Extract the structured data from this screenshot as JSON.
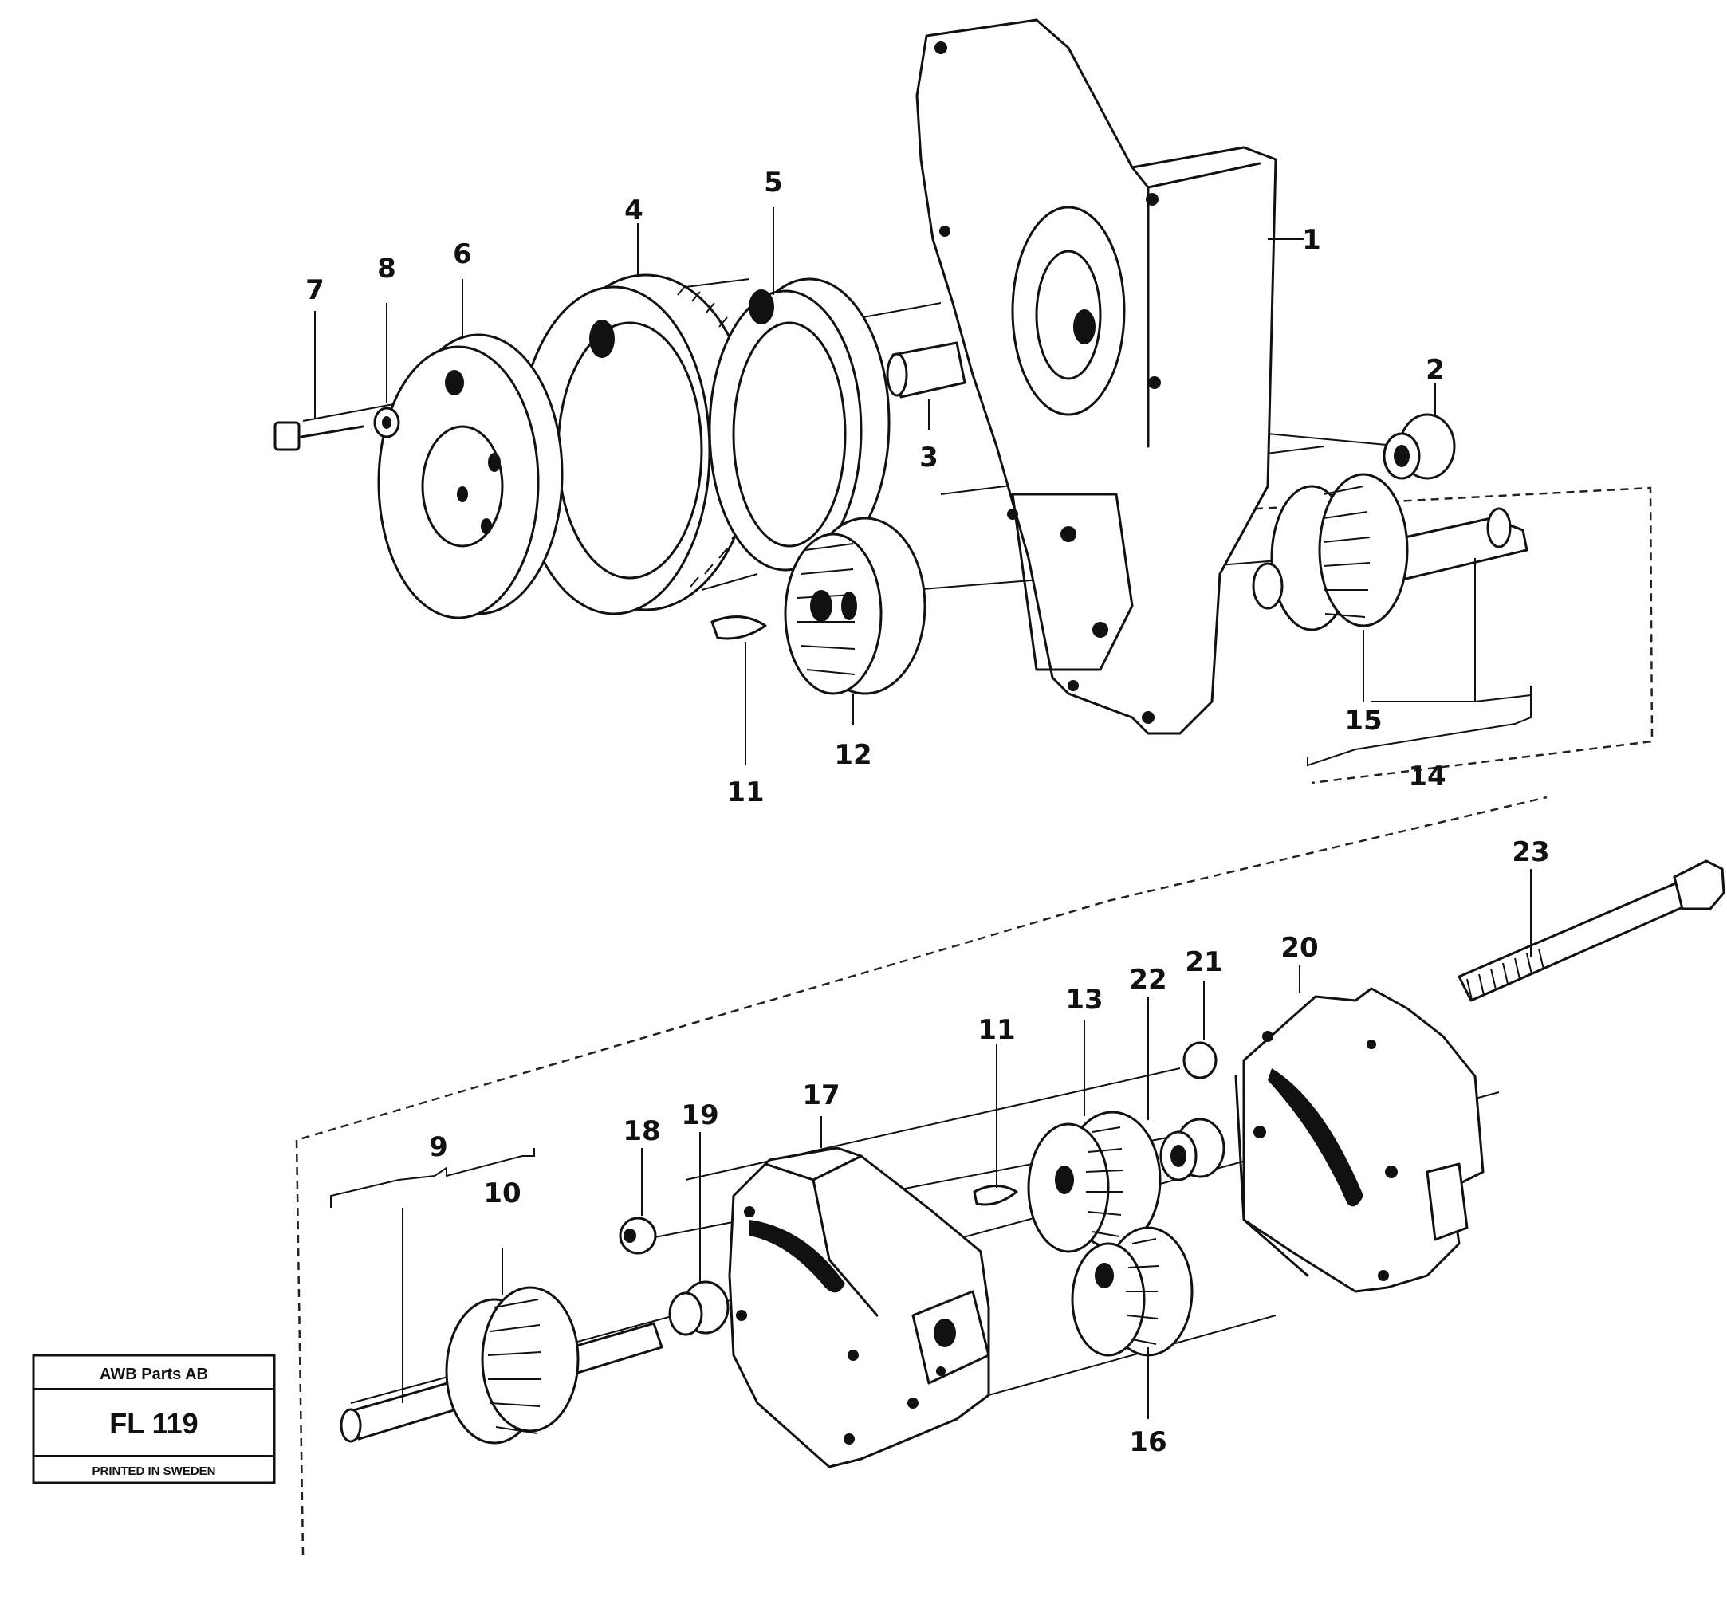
{
  "parts": [
    {
      "id": "p1",
      "label": "1"
    },
    {
      "id": "p2",
      "label": "2"
    },
    {
      "id": "p3",
      "label": "3"
    },
    {
      "id": "p4",
      "label": "4"
    },
    {
      "id": "p5",
      "label": "5"
    },
    {
      "id": "p6",
      "label": "6"
    },
    {
      "id": "p7",
      "label": "7"
    },
    {
      "id": "p8",
      "label": "8"
    },
    {
      "id": "p9",
      "label": "9"
    },
    {
      "id": "p10",
      "label": "10"
    },
    {
      "id": "p11a",
      "label": "11"
    },
    {
      "id": "p11b",
      "label": "11"
    },
    {
      "id": "p12",
      "label": "12"
    },
    {
      "id": "p13",
      "label": "13"
    },
    {
      "id": "p14",
      "label": "14"
    },
    {
      "id": "p15",
      "label": "15"
    },
    {
      "id": "p16",
      "label": "16"
    },
    {
      "id": "p17",
      "label": "17"
    },
    {
      "id": "p18",
      "label": "18"
    },
    {
      "id": "p19",
      "label": "19"
    },
    {
      "id": "p20",
      "label": "20"
    },
    {
      "id": "p21",
      "label": "21"
    },
    {
      "id": "p22",
      "label": "22"
    },
    {
      "id": "p23",
      "label": "23"
    }
  ],
  "stamp": {
    "company": "AWB Parts AB",
    "code": "FL 119",
    "footer": "PRINTED IN SWEDEN"
  }
}
